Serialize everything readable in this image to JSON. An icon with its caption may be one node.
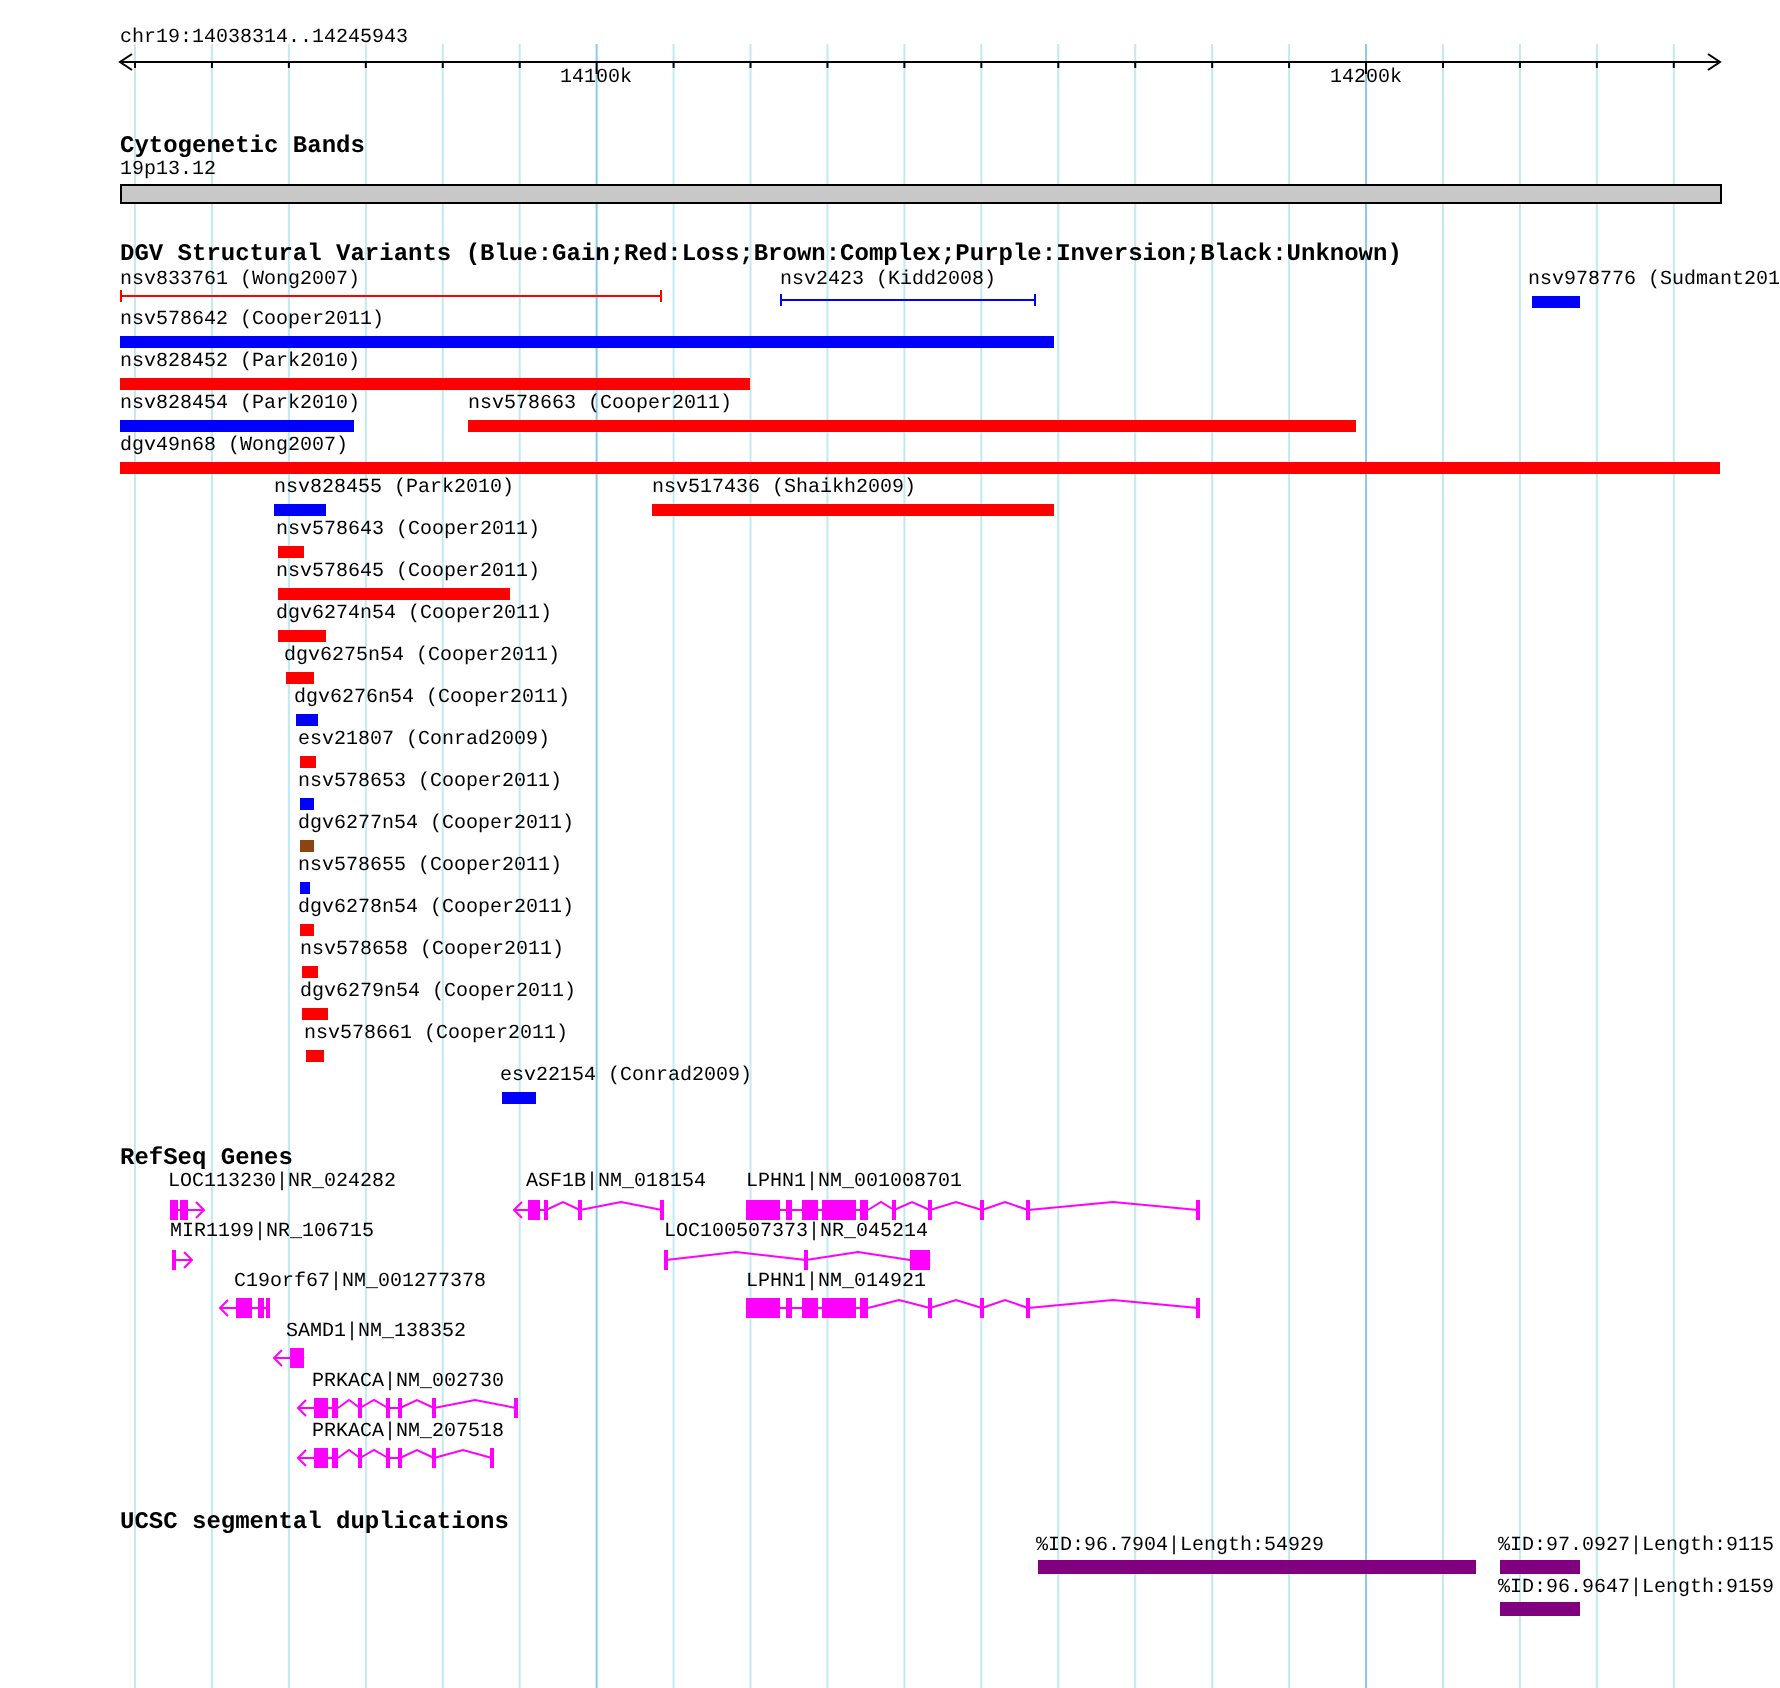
{
  "diagram": {
    "labels": [
      "chr19:14038314..14245943",
      "14100k",
      "14200k",
      "Cytogenetic Bands",
      "19p13.12",
      "DGV Structural Variants (Blue:Gain;Red:Loss;Brown:Complex;Purple:Inversion;Black:Unknown)",
      "nsv833761 (Wong2007)",
      "nsv2423 (Kidd2008)",
      "nsv978776 (Sudmant201",
      "nsv578642 (Cooper2011)",
      "nsv828452 (Park2010)",
      "nsv828454 (Park2010)",
      "nsv578663 (Cooper2011)",
      "dgv49n68 (Wong2007)",
      "nsv828455 (Park2010)",
      "nsv517436 (Shaikh2009)",
      "nsv578643 (Cooper2011)",
      "nsv578645 (Cooper2011)",
      "dgv6274n54 (Cooper2011)",
      "dgv6275n54 (Cooper2011)",
      "dgv6276n54 (Cooper2011)",
      "esv21807 (Conrad2009)",
      "nsv578653 (Cooper2011)",
      "dgv6277n54 (Cooper2011)",
      "nsv578655 (Cooper2011)",
      "dgv6278n54 (Cooper2011)",
      "nsv578658 (Cooper2011)",
      "dgv6279n54 (Cooper2011)",
      "nsv578661 (Cooper2011)",
      "esv22154 (Conrad2009)",
      "RefSeq Genes",
      "LOC113230|NR_024282",
      "ASF1B|NM_018154",
      "LPHN1|NM_001008701",
      "MIR1199|NR_106715",
      "LOC100507373|NR_045214",
      "C19orf67|NM_001277378",
      "LPHN1|NM_014921",
      "SAMD1|NM_138352",
      "PRKACA|NM_002730",
      "PRKACA|NM_207518",
      "UCSC segmental duplications",
      "%ID:96.7904|Length:54929",
      "%ID:97.0927|Length:9115",
      "%ID:96.9647|Length:9159"
    ]
  }
}
